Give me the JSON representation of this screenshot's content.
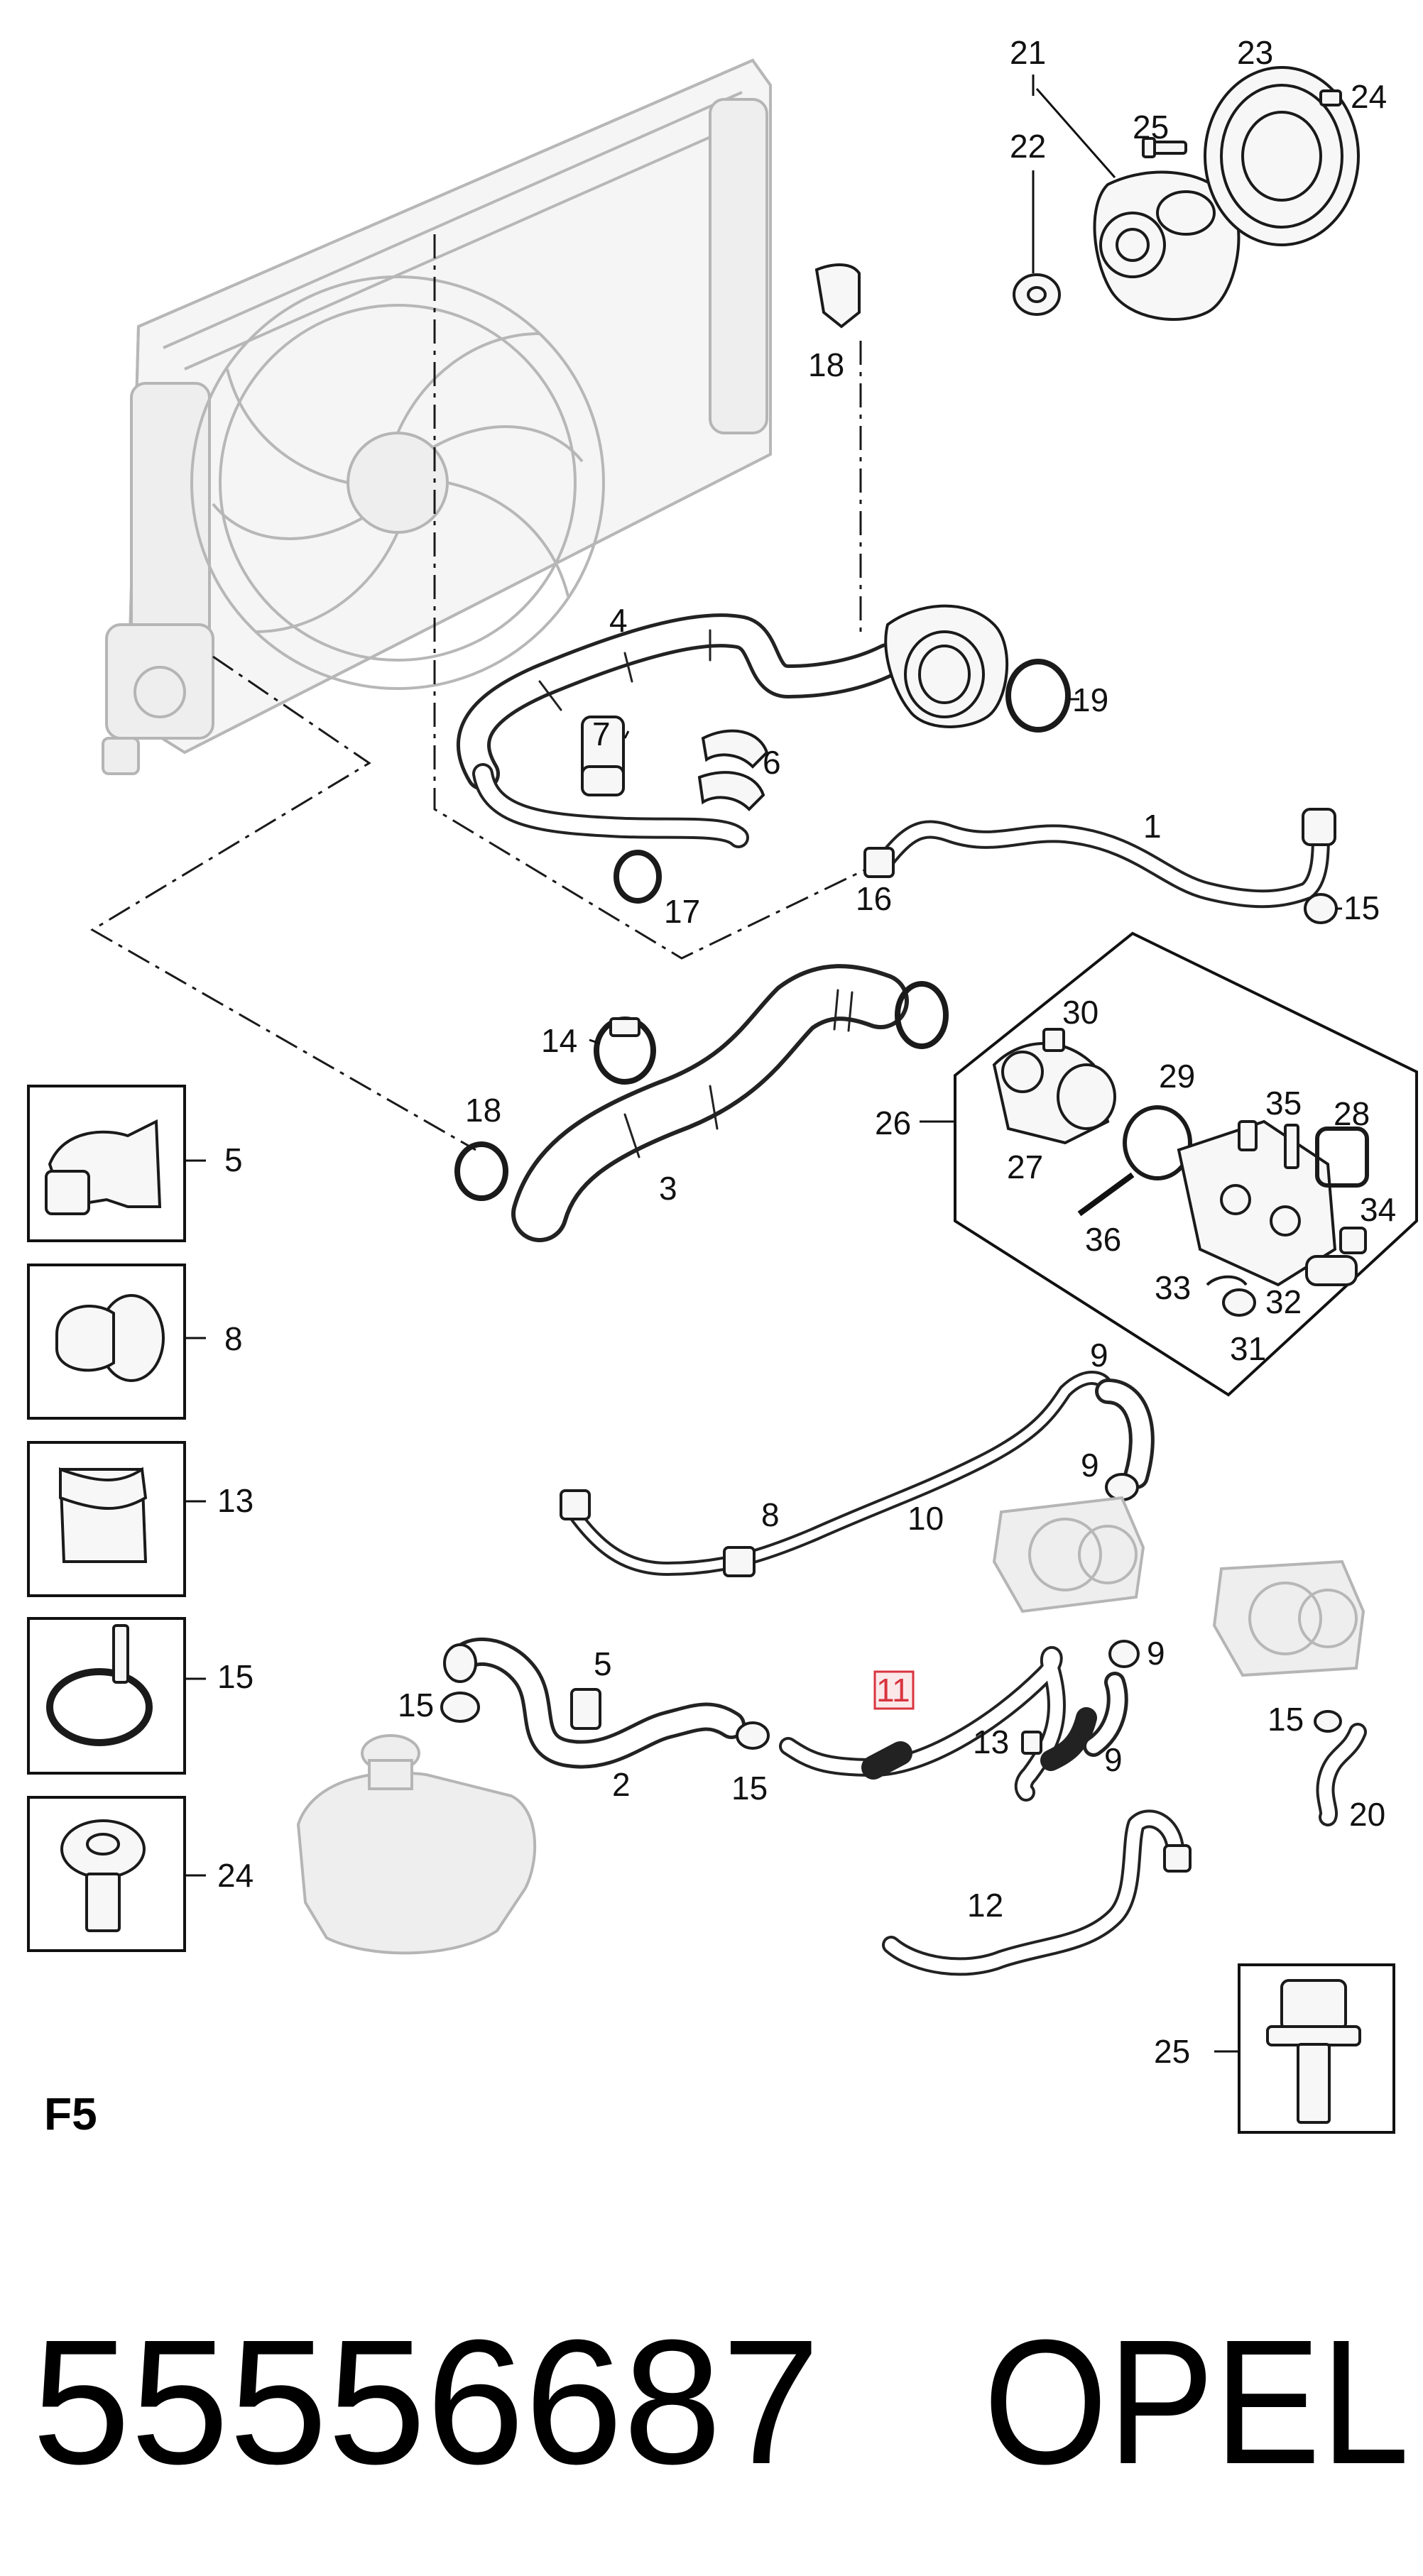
{
  "diagram": {
    "sheet_code": "F5",
    "part_number": "55556687",
    "brand": "OPEL",
    "highlighted_callout": "11",
    "callouts": {
      "c1": "1",
      "c2": "2",
      "c3": "3",
      "c4": "4",
      "c5": "5",
      "c5b": "5",
      "c6": "6",
      "c7": "7",
      "c8": "8",
      "c8b": "8",
      "c9a": "9",
      "c9b": "9",
      "c9c": "9",
      "c9d": "9",
      "c10": "10",
      "c11": "11",
      "c12": "12",
      "c13": "13",
      "c13b": "13",
      "c14": "14",
      "c15a": "15",
      "c15b": "15",
      "c15c": "15",
      "c15d": "15",
      "c15e": "15",
      "c16": "16",
      "c17": "17",
      "c18a": "18",
      "c18b": "18",
      "c19": "19",
      "c20": "20",
      "c21": "21",
      "c22": "22",
      "c23": "23",
      "c24": "24",
      "c24b": "24",
      "c25a": "25",
      "c25b": "25",
      "c26": "26",
      "c27": "27",
      "c28": "28",
      "c29": "29",
      "c30": "30",
      "c31": "31",
      "c32": "32",
      "c33": "33",
      "c34": "34",
      "c35": "35",
      "c36": "36"
    },
    "colors": {
      "ink": "#111111",
      "ghost": "#b7b7b7",
      "highlight": "#d9343f"
    }
  }
}
